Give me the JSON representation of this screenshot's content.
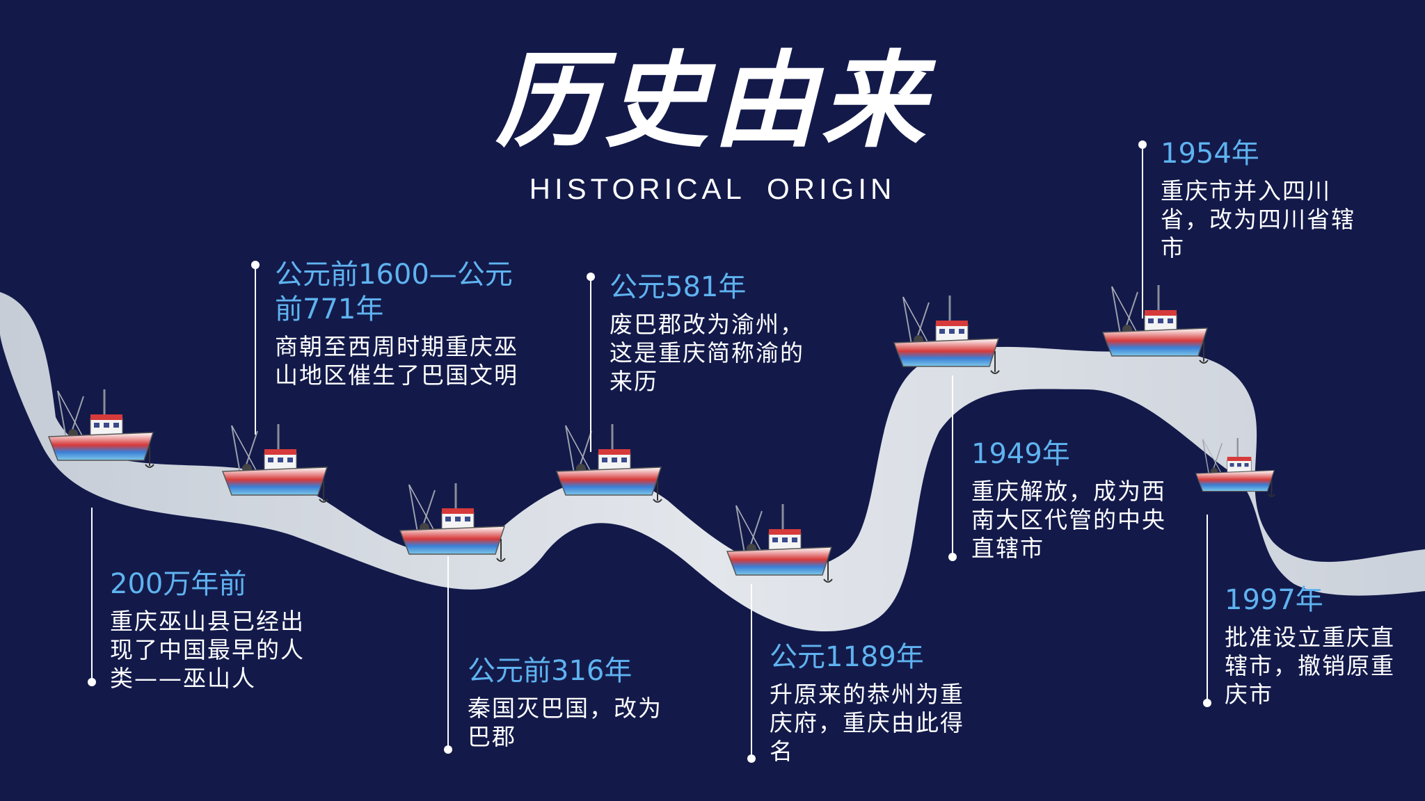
{
  "header": {
    "title_cn": "历史由来",
    "title_en": "HISTORICAL ORIGIN"
  },
  "colors": {
    "background": "#131a4a",
    "year_text": "#5fb3f0",
    "body_text": "#ffffff",
    "river": "#dfe4ea"
  },
  "icons": [
    "fishing-boat-icon"
  ],
  "timeline": [
    {
      "year": "200万年前",
      "description": "重庆巫山县已经出现了中国最早的人类——巫山人"
    },
    {
      "year": "公元前1600—公元前771年",
      "description": "商朝至西周时期重庆巫山地区催生了巴国文明"
    },
    {
      "year": "公元前316年",
      "description": "秦国灭巴国，改为巴郡"
    },
    {
      "year": "公元581年",
      "description": "废巴郡改为渝州，这是重庆简称渝的来历"
    },
    {
      "year": "公元1189年",
      "description": "升原来的恭州为重庆府，重庆由此得名"
    },
    {
      "year": "1949年",
      "description": "重庆解放，成为西南大区代管的中央直辖市"
    },
    {
      "year": "1954年",
      "description": "重庆市并入四川省，改为四川省辖市"
    },
    {
      "year": "1997年",
      "description": "批准设立重庆直辖市，撤销原重庆市"
    }
  ]
}
